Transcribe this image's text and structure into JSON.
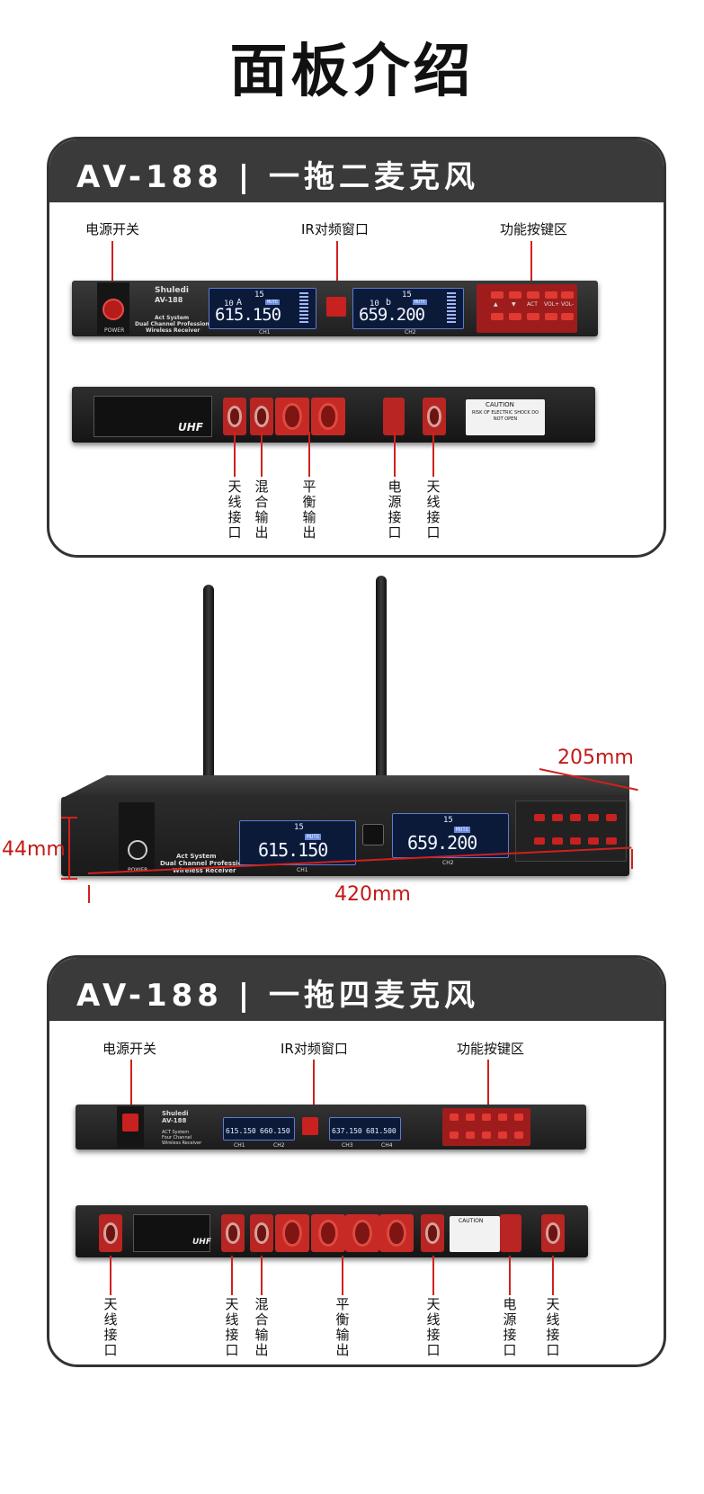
{
  "page": {
    "title": "面板介绍"
  },
  "section_two": {
    "heading": "AV-188 | 一拖二麦克风",
    "front_labels": {
      "power": "电源开关",
      "ir": "IR对频窗口",
      "func": "功能按键区"
    },
    "rear_labels": [
      "天线接口",
      "混合输出",
      "平衡输出",
      "电源接口",
      "天线接口"
    ],
    "device": {
      "brand": "Shuledi",
      "model": "AV-188",
      "desc1": "Act System",
      "desc2": "Dual Channel Professional",
      "desc3": "Wireless Receiver",
      "power_text": "POWER",
      "ch1": "CH1",
      "ch2": "CH2",
      "freq1": "615.150",
      "freq2": "659.200",
      "grp1": "10",
      "ch_a": "A",
      "grp2": "10",
      "ch_b": "b",
      "num1": "15",
      "num2": "15",
      "mute": "MUTE",
      "uhf": "UHF",
      "caution": "CAUTION",
      "caution_sub": "RISK OF ELECTRIC SHOCK DO NOT OPEN",
      "btn_labels": [
        "▲",
        "▼",
        "ACT",
        "VOL+",
        "VOL-"
      ]
    }
  },
  "middle": {
    "dim_width": "420mm",
    "dim_depth": "205mm",
    "dim_height": "44mm"
  },
  "section_four": {
    "heading": "AV-188 | 一拖四麦克风",
    "front_labels": {
      "power": "电源开关",
      "ir": "IR对频窗口",
      "func": "功能按键区"
    },
    "rear_labels": [
      "天线接口",
      "天线接口",
      "混合输出",
      "平衡输出",
      "天线接口",
      "电源接口",
      "天线接口"
    ],
    "device": {
      "brand": "Shuledi",
      "model": "AV-188",
      "desc1": "ACT System",
      "desc2": "Four Channel",
      "desc3": "Wireless Receiver",
      "channels": [
        "CH1",
        "CH2",
        "CH3",
        "CH4"
      ],
      "freqs": [
        "615.150",
        "660.150",
        "637.150",
        "681.500"
      ],
      "uhf": "UHF"
    }
  },
  "colors": {
    "accent_red": "#d0211c",
    "header_bg": "#3a3a3a"
  }
}
